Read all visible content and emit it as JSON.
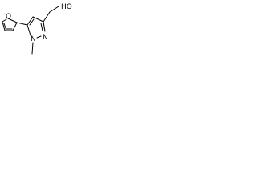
{
  "atom_labels": {
    "hydroxyl": "HO",
    "furan_oxygen": "O",
    "pyrazole_n1": "N",
    "pyrazole_n2": "N"
  },
  "colors": {
    "bond": "#000000",
    "text": "#000000",
    "background": "#ffffff"
  }
}
